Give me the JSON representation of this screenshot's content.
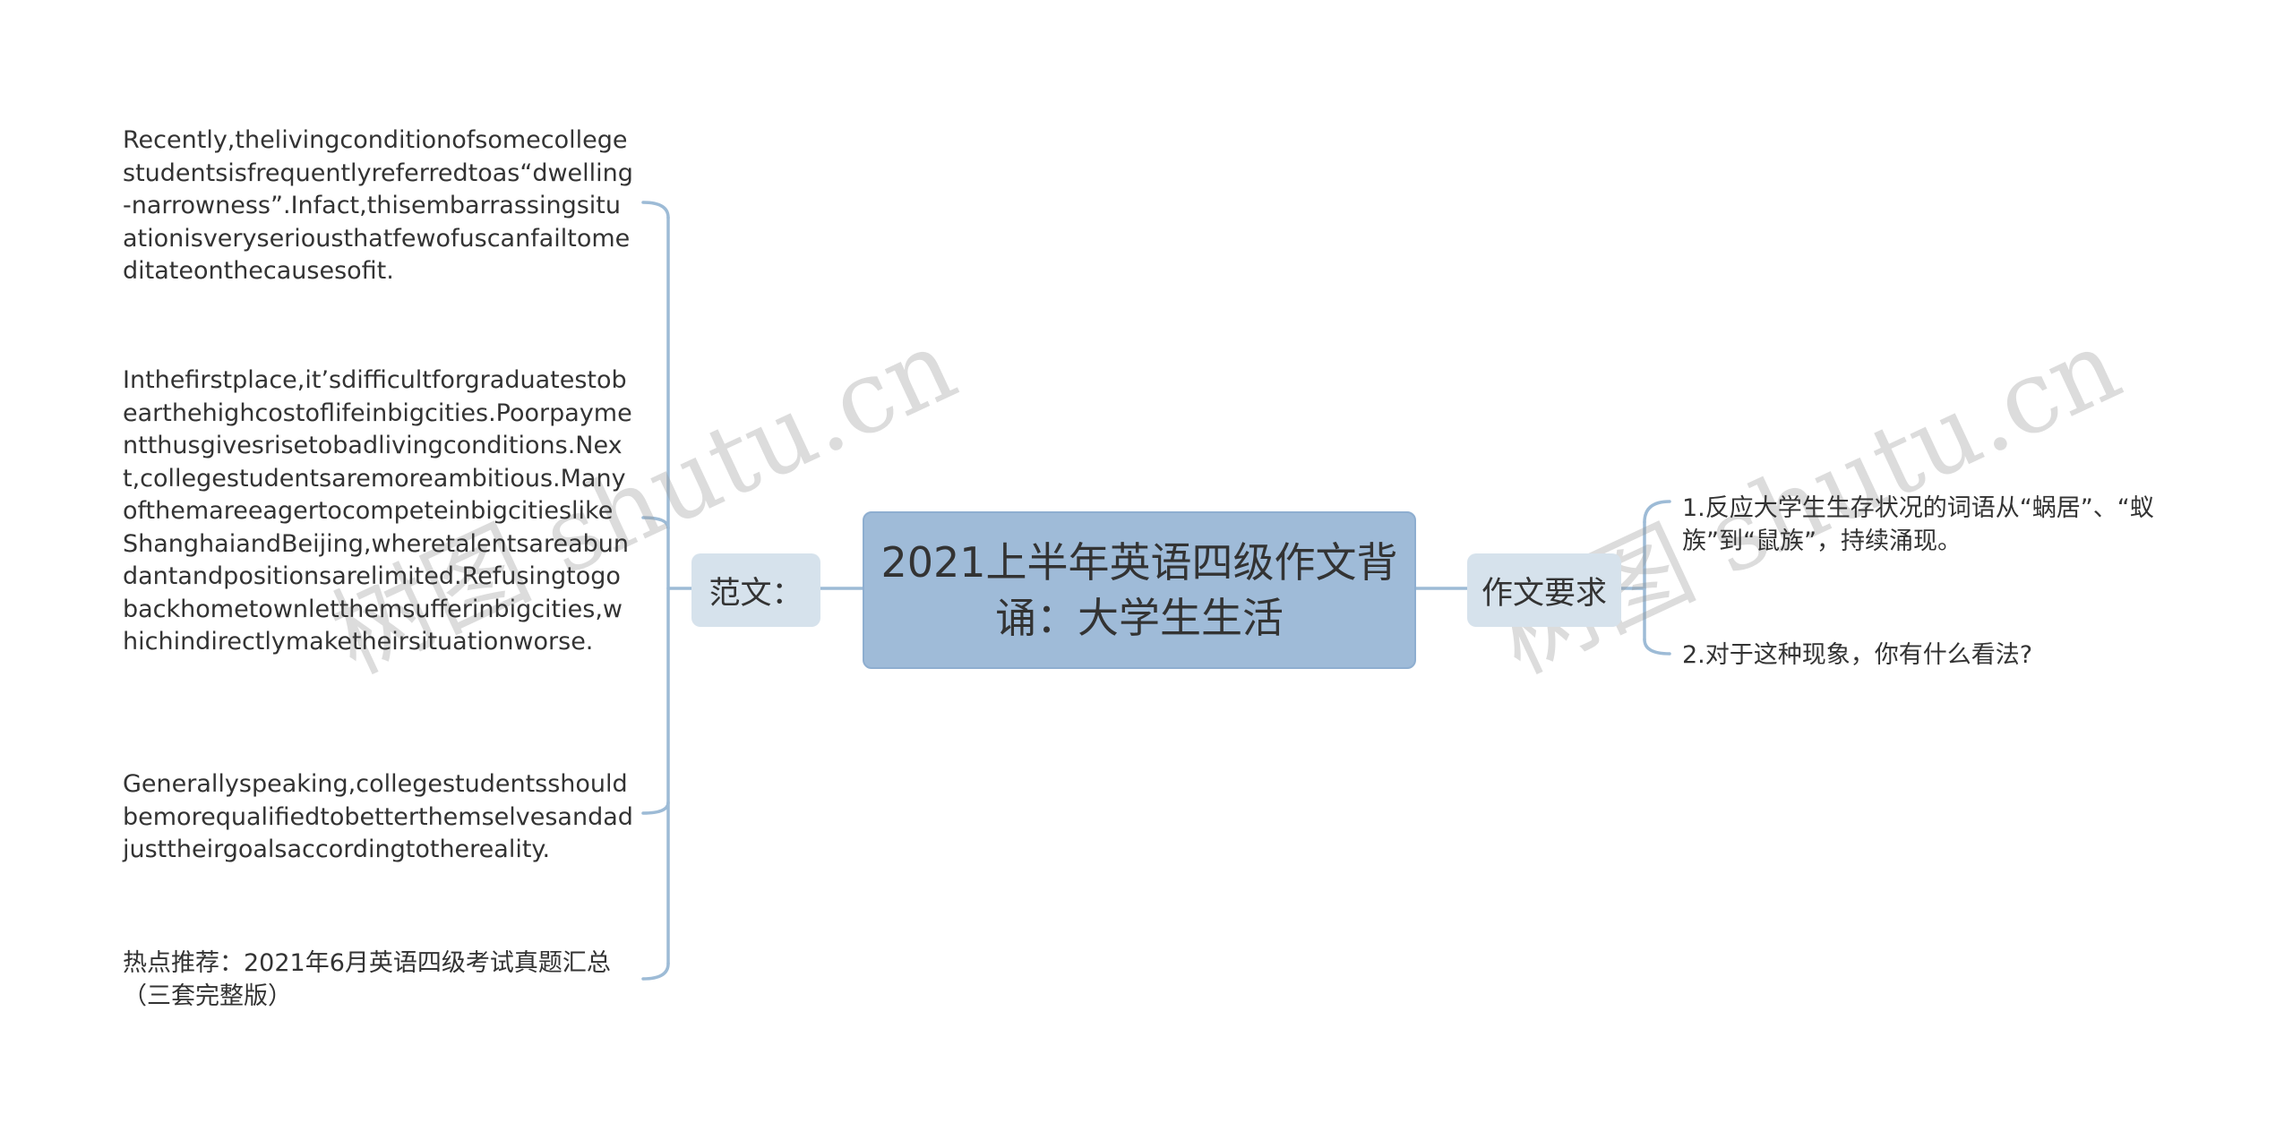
{
  "root": {
    "title": "2021上半年英语四级作文背诵：大学生生活"
  },
  "left_branch": {
    "label": "范文：",
    "items": [
      "Recently,thelivingconditionofsomecollegestudentsisfrequentlyreferredtoas“dwelling-narrowness”.Infact,thisembarrassingsituationisveryseriousthatfewofuscanfailtomeditateonthecausesofit.",
      "Inthefirstplace,it’sdifficultforgraduatestobearthehighcostoflifeinbigcities.Poorpaymentthusgivesrisetobadlivingconditions.Next,collegestudentsaremoreambitious.Manyofthemareeagertocompeteinbigcitieslike ShanghaiandBeijing,wheretalentsareabundantandpositionsarelimited.Refusingtogobackhometownletthemsufferinbigcities,whichindirectlymaketheirsituationworse.",
      "Generallyspeaking,collegestudentsshouldbemorequalifiedtobetterthemselvesandadjusttheirgoalsaccordingtothereality.",
      "热点推荐：2021年6月英语四级考试真题汇总（三套完整版）"
    ]
  },
  "right_branch": {
    "label": "作文要求",
    "items": [
      "1.反应大学生生存状况的词语从“蜗居”、“蚁族”到“鼠族”，持续涌现。",
      "2.对于这种现象，你有什么看法?"
    ]
  },
  "watermark": {
    "text": "树图 shutu.cn"
  },
  "colors": {
    "root_fill": "#9fbbd8",
    "sub_fill": "#d6e2ec",
    "connector": "#9dbbd6"
  }
}
